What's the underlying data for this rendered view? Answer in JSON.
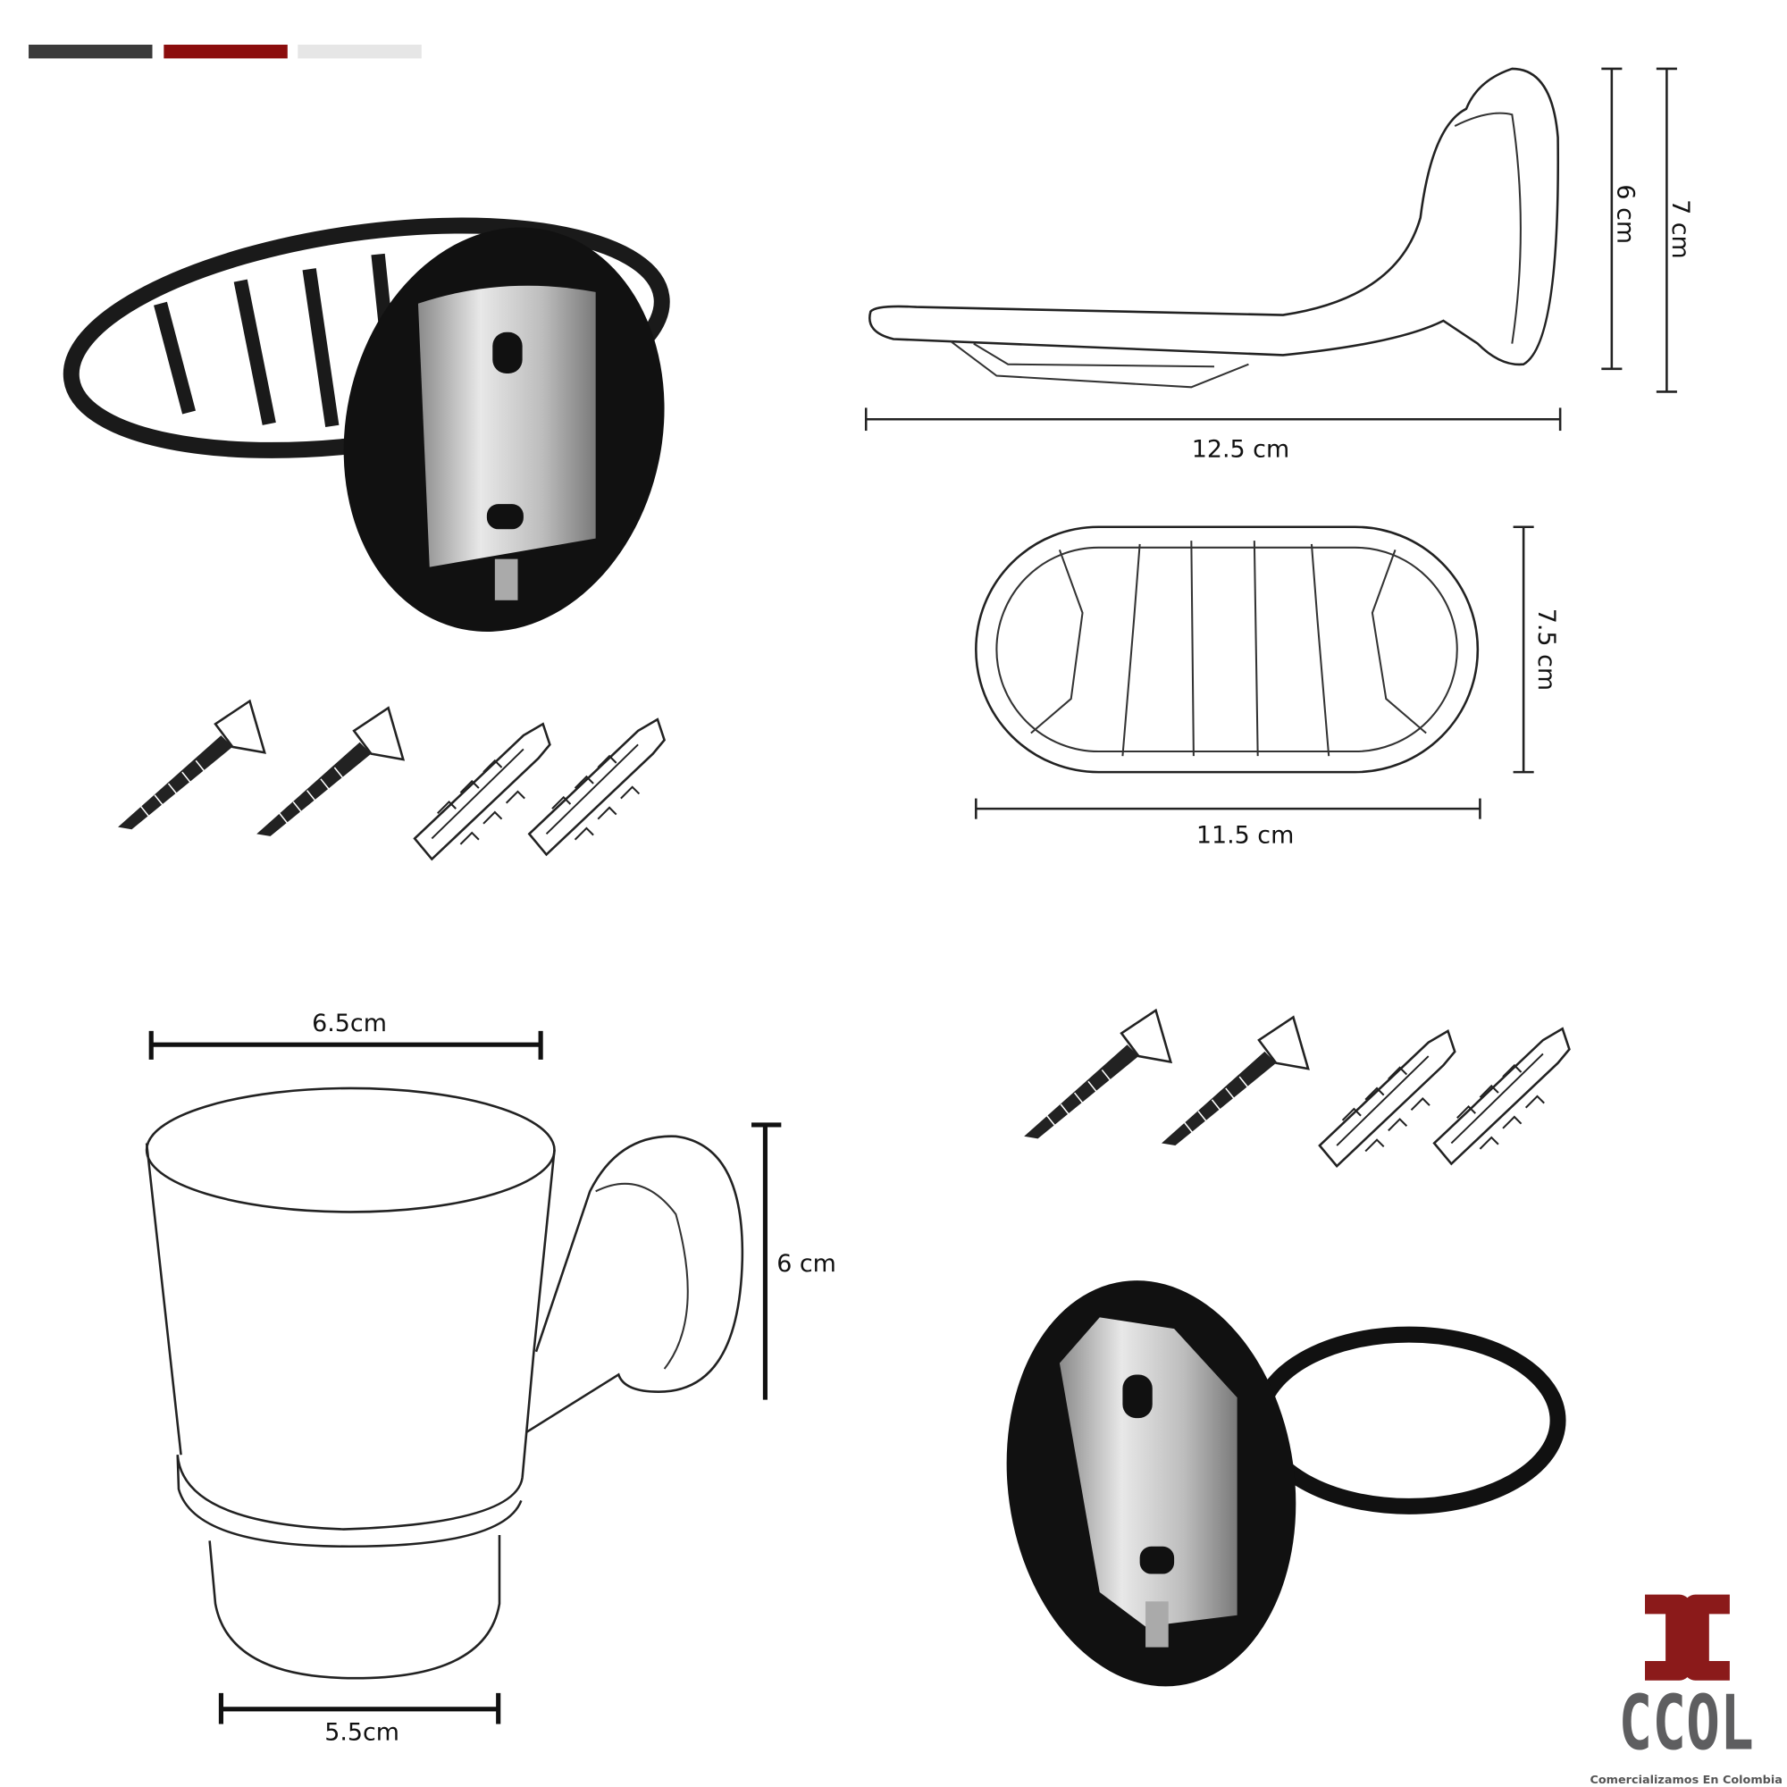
{
  "color_bars": {
    "colors": [
      "#3a3a3a",
      "#8b0d0d",
      "#e6e6e6"
    ]
  },
  "soap_side_view": {
    "width_label": "12.5 cm",
    "height_label_inner": "6 cm",
    "height_label_outer": "7 cm"
  },
  "soap_top_view": {
    "width_label": "11.5 cm",
    "depth_label": "7.5 cm"
  },
  "cup_view": {
    "top_label": "6.5cm",
    "bottom_label": "5.5cm",
    "height_label": "6 cm"
  },
  "logo": {
    "mark": "CC",
    "name": "CCOL",
    "tagline": "Comercializamos En Colombia",
    "red": "#8b1a1a",
    "gray": "#5e5e60"
  }
}
